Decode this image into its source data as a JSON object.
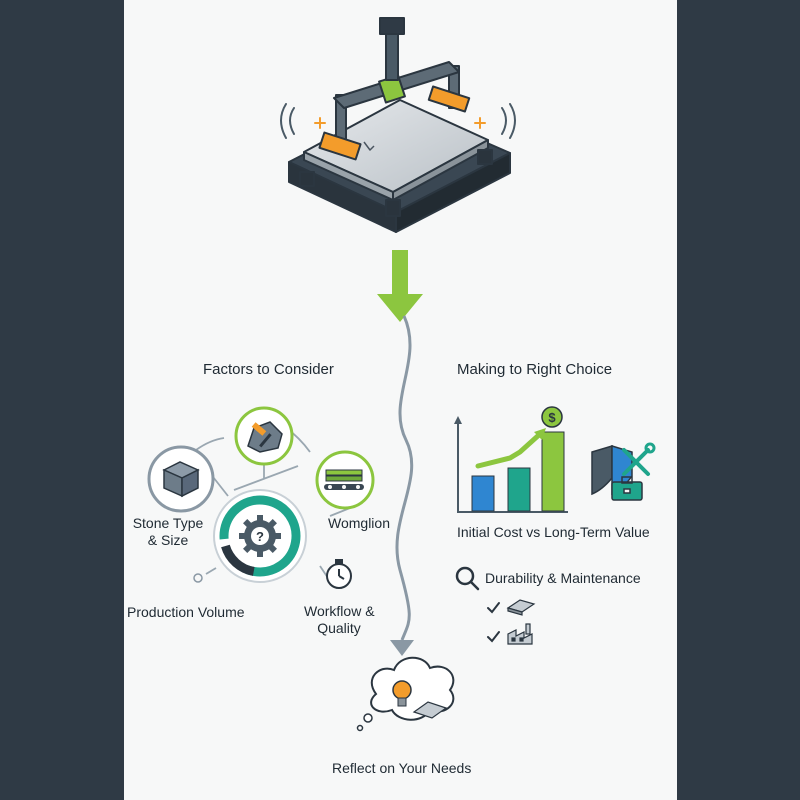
{
  "factors": {
    "heading": "Factors to Consider",
    "stone_type_line1": "Stone Type",
    "stone_type_line2": "& Size",
    "womglion": "Womglion",
    "production_volume": "Production Volume",
    "workflow_line1": "Workflow &",
    "workflow_line2": "Quality"
  },
  "choice": {
    "heading": "Making to Right Choice",
    "cost_value": "Initial Cost vs Long-Term Value",
    "durability": "Durability & Maintenance"
  },
  "footer": {
    "reflect": "Reflect on Your Needs"
  },
  "colors": {
    "background": "#2f3a45",
    "panel": "#f7f8f8",
    "accent_green": "#8cc63f",
    "accent_orange": "#f39c2b",
    "teal": "#1fa58c",
    "blue": "#2f86d1",
    "slate": "#4a5a66"
  },
  "icons": {
    "machine": "stone-cutting-bridge-saw-icon",
    "arrow": "down-arrow-icon",
    "stone": "stone-block-icon",
    "rock": "rock-hammer-icon",
    "conveyor": "conveyor-slabs-icon",
    "gear": "gear-question-icon",
    "clock": "stopwatch-icon",
    "chart": "bar-growth-chart-icon",
    "dollar": "dollar-coin-icon",
    "shield": "shield-icon",
    "tools": "wrench-screwdriver-icon",
    "toolbox": "toolbox-icon",
    "magnifier": "magnifier-icon",
    "check": "checkmark-icon",
    "slab": "slab-icon",
    "factory": "factory-icon",
    "idea": "lightbulb-thought-icon"
  }
}
